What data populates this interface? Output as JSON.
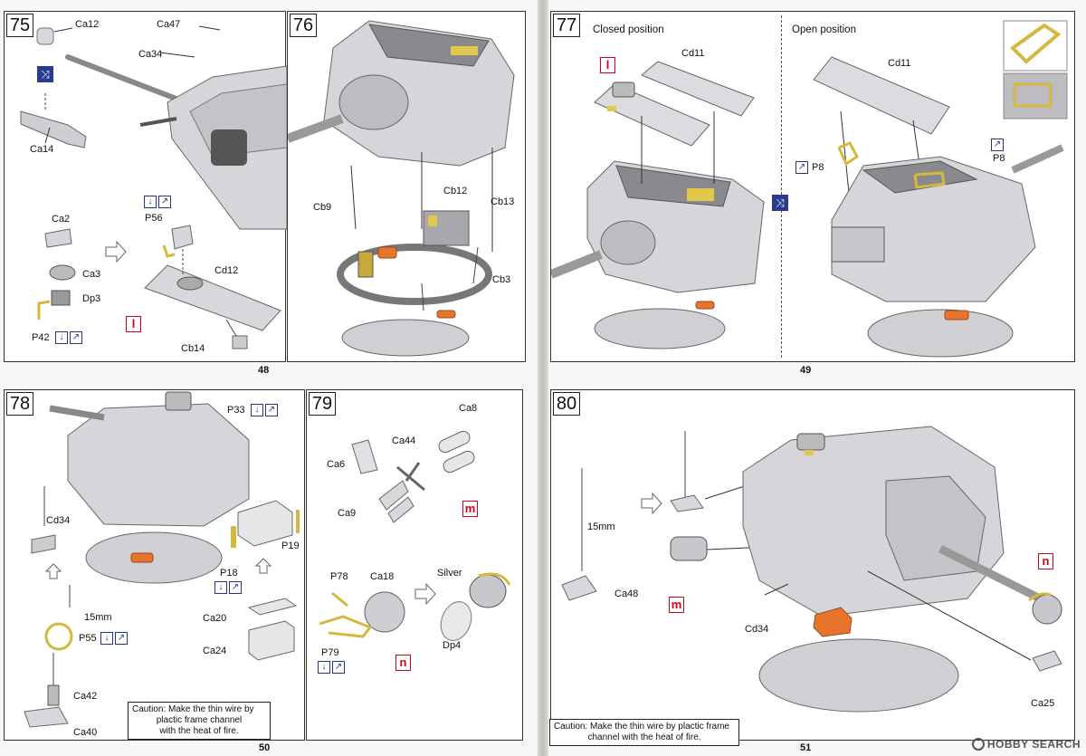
{
  "pages": [
    "48",
    "49",
    "50",
    "51"
  ],
  "steps": {
    "s75": {
      "number": "75",
      "labels": {
        "ca12": "Ca12",
        "ca47": "Ca47",
        "ca34": "Ca34",
        "ca14": "Ca14",
        "ca2": "Ca2",
        "ca3": "Ca3",
        "dp3": "Dp3",
        "p42": "P42",
        "p56": "P56",
        "cd12": "Cd12",
        "cb14": "Cb14"
      },
      "paint": "l"
    },
    "s76": {
      "number": "76",
      "labels": {
        "cb9": "Cb9",
        "cb12": "Cb12",
        "cb13": "Cb13",
        "cb3": "Cb3"
      }
    },
    "s77": {
      "number": "77",
      "closed_title": "Closed position",
      "open_title": "Open position",
      "labels": {
        "cd11_closed": "Cd11",
        "cd11_open": "Cd11",
        "p8_left": "P8",
        "p8_right": "P8"
      },
      "paint": "l"
    },
    "s78": {
      "number": "78",
      "labels": {
        "p33": "P33",
        "cd34": "Cd34",
        "p19": "P19",
        "p18": "P18",
        "mm15": "15mm",
        "p55": "P55",
        "ca20": "Ca20",
        "ca24": "Ca24",
        "ca42": "Ca42",
        "ca40": "Ca40"
      },
      "caution": [
        "Caution: Make the thin wire by",
        "plactic frame channel",
        "with the heat of fire."
      ]
    },
    "s79": {
      "number": "79",
      "labels": {
        "ca8": "Ca8",
        "ca44": "Ca44",
        "ca6": "Ca6",
        "ca9": "Ca9",
        "silver": "Silver",
        "p78": "P78",
        "ca18": "Ca18",
        "p79": "P79",
        "dp4": "Dp4"
      },
      "paint_m": "m",
      "paint_n": "n"
    },
    "s80": {
      "number": "80",
      "labels": {
        "mm15": "15mm",
        "ca48": "Ca48",
        "cd34": "Cd34",
        "ca25": "Ca25"
      },
      "paint_m": "m",
      "paint_n": "n",
      "caution": [
        "Caution: Make the thin wire by plactic frame",
        "channel with the heat of fire."
      ]
    }
  },
  "watermark": "HOBBY SEARCH",
  "colors": {
    "seat": "#e8752e",
    "etch": "#e2c84a",
    "part": "#d4d4d8",
    "accent_blue": "#2b3c8f",
    "paint_red": "#d0021b"
  }
}
